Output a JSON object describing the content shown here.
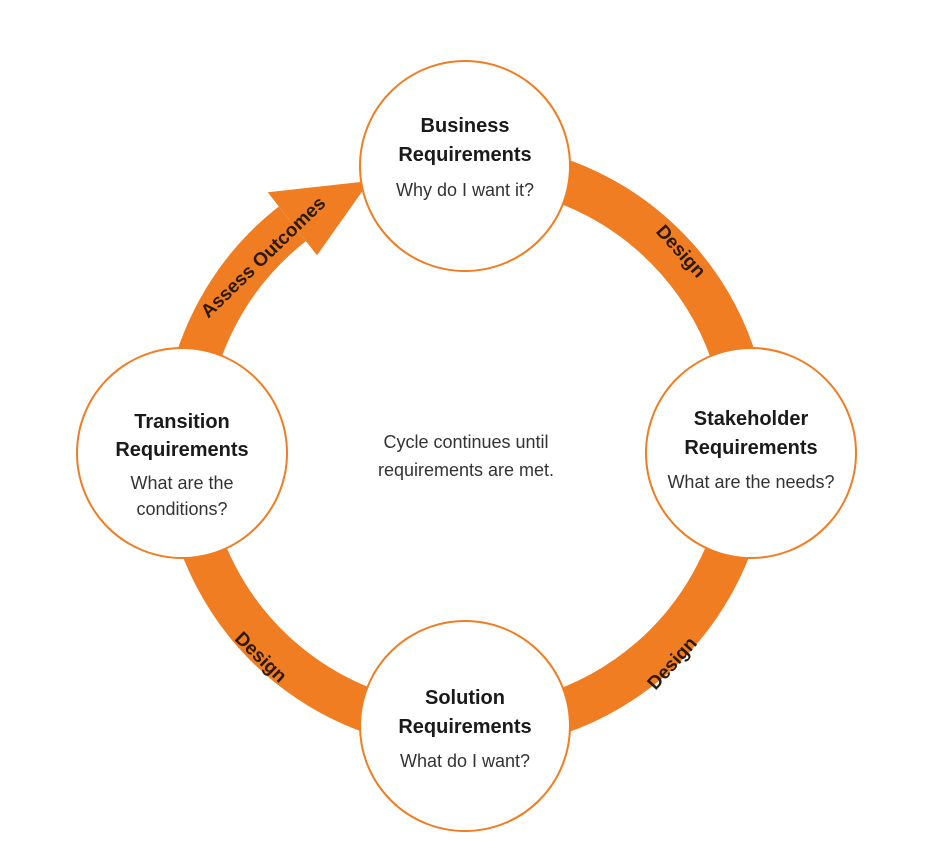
{
  "colors": {
    "ring": "#f07d22",
    "node_border": "#f07d22",
    "node_fill": "#ffffff"
  },
  "nodes": {
    "business": {
      "title_1": "Business",
      "title_2": "Requirements",
      "question_1": "Why do I want it?"
    },
    "stakeholder": {
      "title_1": "Stakeholder",
      "title_2": "Requirements",
      "question_1": "What are the needs?"
    },
    "solution": {
      "title_1": "Solution",
      "title_2": "Requirements",
      "question_1": "What do I want?"
    },
    "transition": {
      "title_1": "Transition",
      "title_2": "Requirements",
      "question_1": "What are the",
      "question_2": "conditions?"
    }
  },
  "arcs": {
    "business_to_stakeholder": "Design",
    "stakeholder_to_solution": "Design",
    "solution_to_transition": "Design",
    "transition_to_business": "Assess Outcomes"
  },
  "center": {
    "line_1": "Cycle continues until",
    "line_2": "requirements are met."
  }
}
